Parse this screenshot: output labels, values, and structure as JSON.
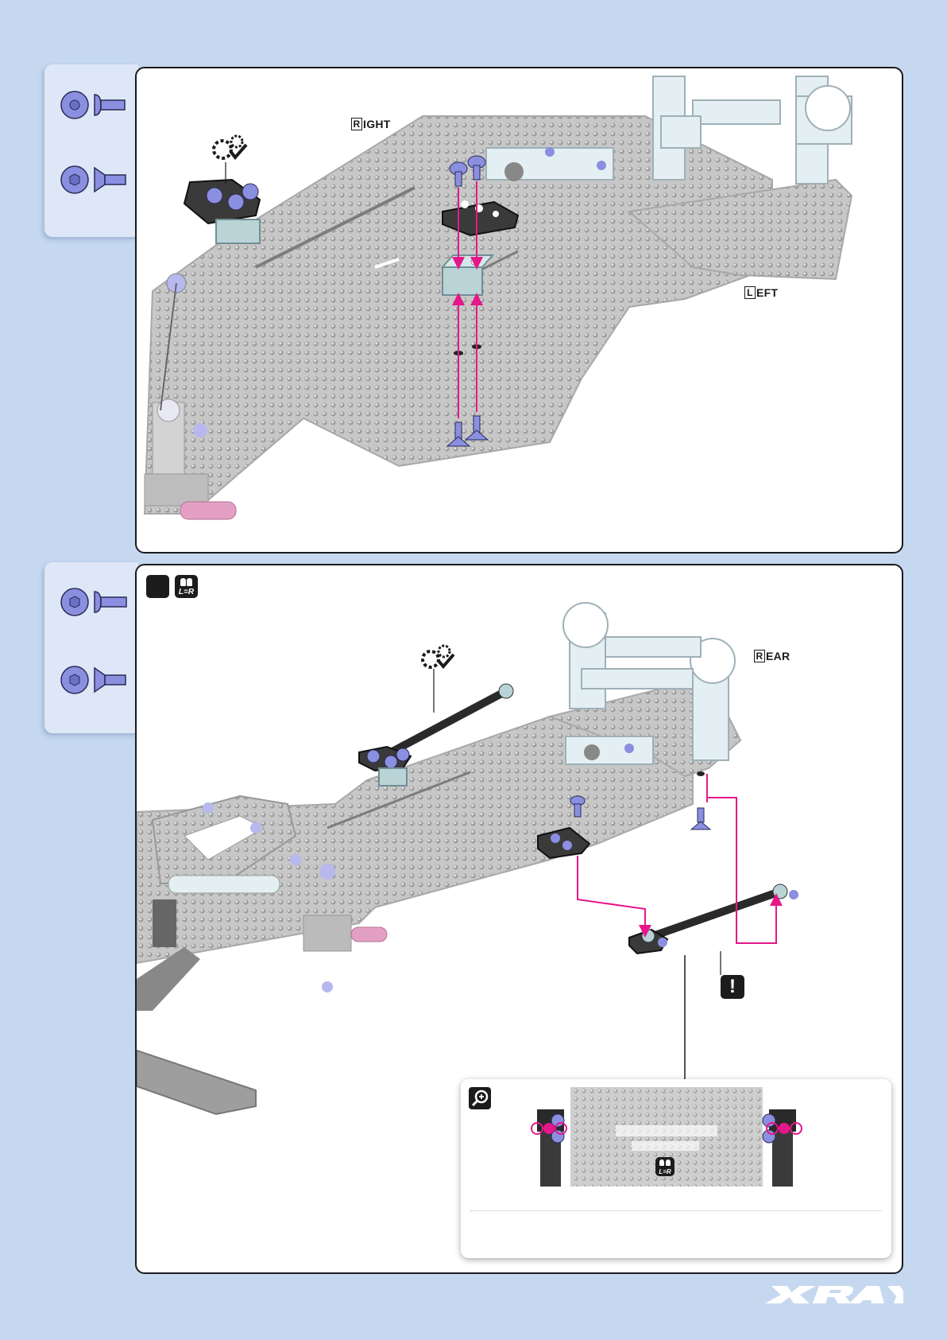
{
  "colors": {
    "page_background": "#c5d8f0",
    "tab_background": "#dde7f7",
    "panel_border": "#1b1b1b",
    "arrow_pink": "#e6178a",
    "screw_blue": "#8b8fe0",
    "carbon_gray": "#bdbdbd",
    "aluminium_light": "#e4eff3"
  },
  "top_panel": {
    "parts_icons": [
      "button-head-screw-icon",
      "countersunk-screw-icon"
    ],
    "labels": {
      "right_initial": "R",
      "right_rest": "IGHT",
      "left_initial": "L",
      "left_rest": "EFT"
    }
  },
  "bottom_panel": {
    "parts_icons": [
      "button-head-screw-icon",
      "countersunk-screw-icon"
    ],
    "header_icons": [
      "step-marker-icon",
      "left-equals-right-icon"
    ],
    "lr_text": "L=R",
    "labels": {
      "rear_initial": "R",
      "rear_rest": "EAR"
    },
    "warning_symbol": "!",
    "zoom": {
      "icons": [
        "magnifier-icon",
        "left-equals-right-icon"
      ],
      "lr_text": "L=R"
    }
  },
  "brand": {
    "logo_text": "XRAY"
  }
}
